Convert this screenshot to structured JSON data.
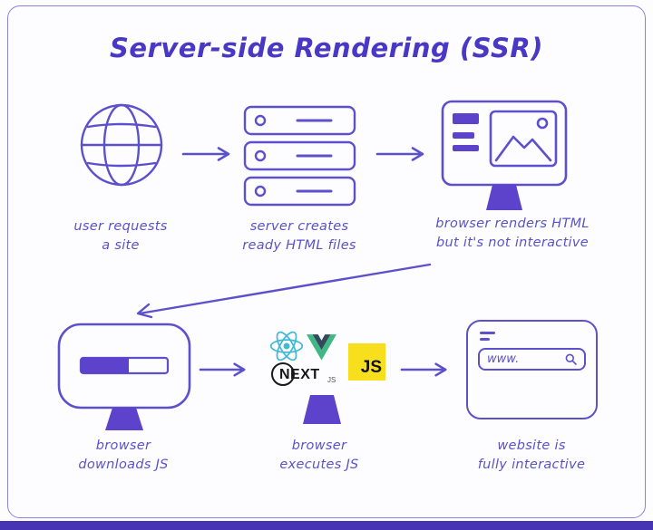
{
  "title": "Server-side Rendering (SSR)",
  "colors": {
    "primary_stroke": "#5c50cc",
    "accent_fill": "#5d43cb",
    "label_text": "#5a53c8",
    "title_text": "#4938c6",
    "bottom_band": "#4634b4",
    "js_badge_bg": "#f7df1e",
    "react_cyan": "#41b9d5",
    "vue_green": "#41b883",
    "vue_dark": "#35495e"
  },
  "steps": [
    {
      "id": "user-requests",
      "label": "user requests\na site"
    },
    {
      "id": "server-creates",
      "label": "server creates\nready HTML files"
    },
    {
      "id": "browser-renders",
      "label": "browser renders HTML\nbut it's not interactive"
    },
    {
      "id": "browser-downloads",
      "label": "browser\ndownloads JS"
    },
    {
      "id": "browser-executes",
      "label": "browser\nexecutes JS"
    },
    {
      "id": "website-interactive",
      "label": "website is\nfully interactive"
    }
  ],
  "logos": {
    "next_text": "NEXT",
    "next_sub": "JS",
    "js_text": "JS"
  },
  "browser": {
    "address": "www."
  }
}
